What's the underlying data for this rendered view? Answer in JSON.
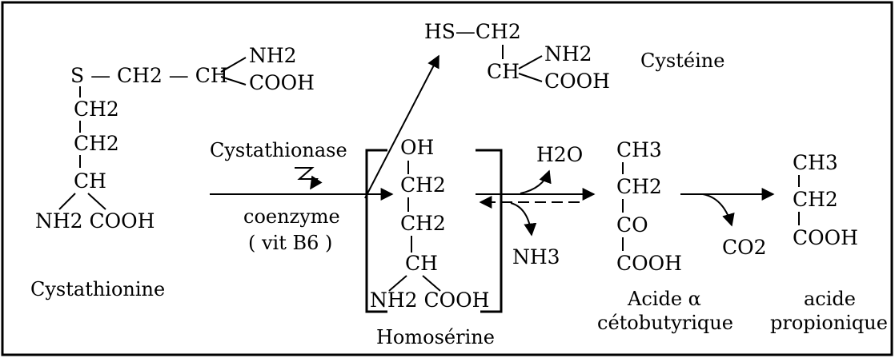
{
  "colors": {
    "ink": "#000000",
    "background": "#ffffff"
  },
  "cystathionine": {
    "s_chain": "S — CH2 — CH",
    "nh2": "NH2",
    "cooh": "COOH",
    "ch2_a": "CH2",
    "ch2_b": "CH2",
    "ch": "CH",
    "bottom": "NH2 COOH",
    "name": "Cystathionine"
  },
  "enzyme": {
    "name": "Cystathionase",
    "coenzyme": "coenzyme",
    "vitamin": "( vit B6 )",
    "action_icon": "zigzag-arrow-icon"
  },
  "cysteine": {
    "hs_chain": "HS—CH2",
    "ch": "CH",
    "nh2": "NH2",
    "cooh": "COOH",
    "name": "Cystéine"
  },
  "homoserine": {
    "oh": "OH",
    "ch2_a": "CH2",
    "ch2_b": "CH2",
    "ch": "CH",
    "bottom": "NH2 COOH",
    "name": "Homosérine"
  },
  "deamination": {
    "in": "H2O",
    "out": "NH3"
  },
  "ketobutyrate": {
    "ch3": "CH3",
    "ch2": "CH2",
    "co": "CO",
    "cooh": "COOH",
    "name_1": "Acide α",
    "name_2": "cétobutyrique"
  },
  "decarboxylation": {
    "out": "CO2"
  },
  "propionate": {
    "ch3": "CH3",
    "ch2": "CH2",
    "cooh": "COOH",
    "name_1": "acide",
    "name_2": "propionique"
  }
}
